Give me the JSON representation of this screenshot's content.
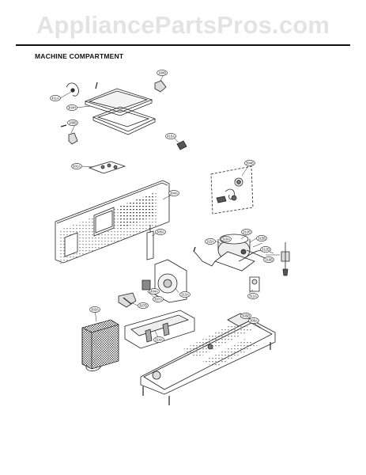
{
  "header": {
    "watermark": "AppliancePartsPros.com"
  },
  "section": {
    "title": "MACHINE COMPARTMENT"
  },
  "callouts": [
    {
      "id": "c-411a",
      "label": "411A"
    },
    {
      "id": "c-304h",
      "label": "304H"
    },
    {
      "id": "c-180b-top",
      "label": "180B"
    },
    {
      "id": "c-180b-left",
      "label": "180B"
    },
    {
      "id": "c-415a",
      "label": "415A"
    },
    {
      "id": "c-501a",
      "label": "501A"
    },
    {
      "id": "c-304a",
      "label": "304A"
    },
    {
      "id": "c-304b",
      "label": "304B"
    },
    {
      "id": "c-305a",
      "label": "305A"
    },
    {
      "id": "c-312a",
      "label": "312A"
    },
    {
      "id": "c-312b",
      "label": "312B"
    },
    {
      "id": "c-315a",
      "label": "315A"
    },
    {
      "id": "c-315b",
      "label": "315B"
    },
    {
      "id": "c-316a",
      "label": "316A"
    },
    {
      "id": "c-316b",
      "label": "316B"
    },
    {
      "id": "c-312d",
      "label": "312D"
    },
    {
      "id": "c-313a",
      "label": "313A"
    },
    {
      "id": "c-307a",
      "label": "307A"
    },
    {
      "id": "c-404a",
      "label": "404A"
    },
    {
      "id": "c-307b",
      "label": "307B"
    },
    {
      "id": "c-303a",
      "label": "303A"
    },
    {
      "id": "c-314a",
      "label": "314A"
    },
    {
      "id": "c-305b",
      "label": "305B"
    },
    {
      "id": "c-306a",
      "label": "306A"
    }
  ]
}
